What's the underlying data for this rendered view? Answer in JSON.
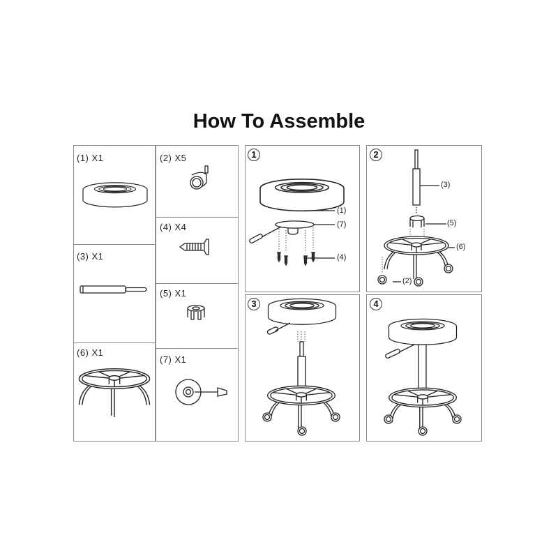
{
  "title": "How To Assemble",
  "parts": [
    {
      "label": "(1) X1",
      "name": "seat-cushion"
    },
    {
      "label": "(2) X5",
      "name": "caster-wheel"
    },
    {
      "label": "(3) X1",
      "name": "gas-cylinder"
    },
    {
      "label": "(4) X4",
      "name": "screw"
    },
    {
      "label": "(5) X1",
      "name": "cylinder-cap"
    },
    {
      "label": "(6) X1",
      "name": "base-with-foot-ring"
    },
    {
      "label": "(7) X1",
      "name": "seat-mechanism-plate"
    }
  ],
  "steps": [
    {
      "number": "1",
      "callouts": [
        "(1)",
        "(7)",
        "(4)"
      ]
    },
    {
      "number": "2",
      "callouts": [
        "(3)",
        "(5)",
        "(6)",
        "(2)"
      ]
    },
    {
      "number": "3",
      "callouts": []
    },
    {
      "number": "4",
      "callouts": []
    }
  ]
}
